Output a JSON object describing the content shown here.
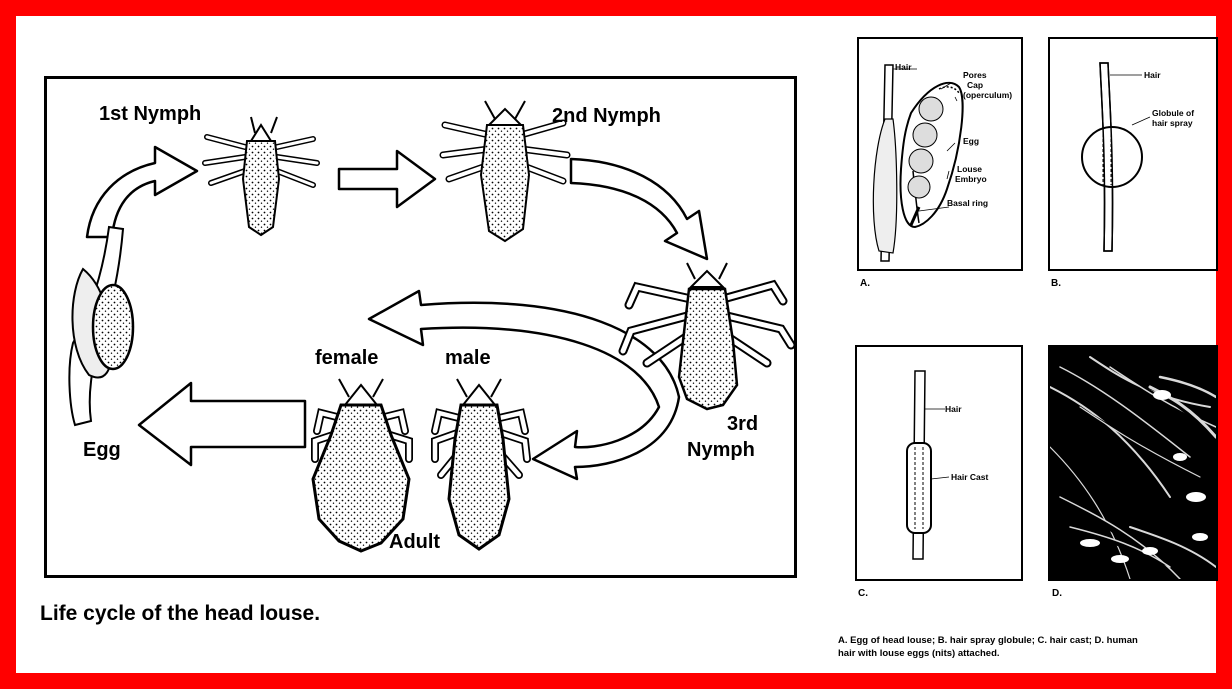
{
  "life_cycle": {
    "labels": {
      "nymph1": "1st Nymph",
      "nymph2": "2nd Nymph",
      "nymph3_line1": "3rd",
      "nymph3_line2": "Nymph",
      "female": "female",
      "male": "male",
      "adult": "Adult",
      "egg": "Egg"
    },
    "caption": "Life cycle of the head louse."
  },
  "panels": {
    "A": {
      "letter": "A.",
      "labels": {
        "hair": "Hair",
        "pores": "Pores",
        "cap": "Cap",
        "operculum": "(operculum)",
        "egg": "Egg",
        "louse": "Louse",
        "embryo": "Embryo",
        "basal_ring": "Basal ring"
      }
    },
    "B": {
      "letter": "B.",
      "labels": {
        "hair": "Hair",
        "globule1": "Globule of",
        "globule2": "hair spray"
      }
    },
    "C": {
      "letter": "C.",
      "labels": {
        "hair": "Hair",
        "hair_cast": "Hair Cast"
      }
    },
    "D": {
      "letter": "D."
    }
  },
  "panels_caption": {
    "line1": "A. Egg of head louse; B. hair spray globule; C. hair cast; D. human",
    "line2": "hair with louse eggs (nits) attached."
  }
}
